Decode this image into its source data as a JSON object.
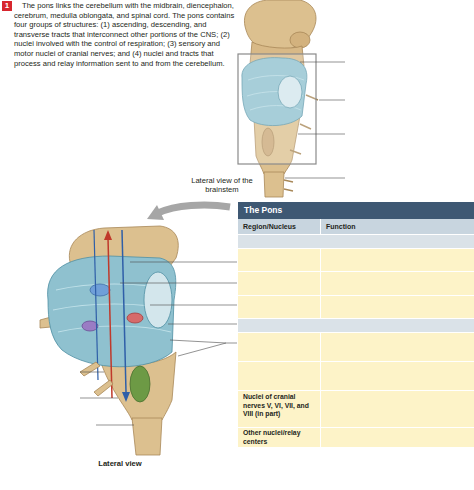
{
  "diagram": {
    "labels": [
      "1",
      "The pons links the cerebellum with the midbrain, diencephalon, cerebrum, medulla oblongata, and spinal cord. The pons contains four groups of structures: (1) ascending, descending, and transverse tracts that interconnect other portions of the CNS; (2) nuclei involved with the control of respiration; (3) sensory and motor nuclei of cranial nerves; and (4) nuclei and tracts that process and relay information sent to and from the cerebellum.",
      "Lateral view of the brainstem",
      "The Pons",
      "Region/Nucleus",
      "Function",
      "Nuclei of cranial nerves V, VI, VII, and VIII (in part)",
      "Other nuclei/relay centers",
      "Lateral view"
    ]
  }
}
